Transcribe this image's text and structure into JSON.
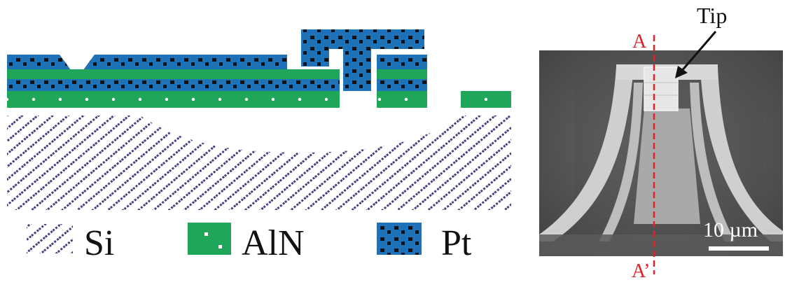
{
  "legend": {
    "si_label": "Si",
    "aln_label": "AlN",
    "pt_label": "Pt"
  },
  "sem": {
    "tip_label": "Tip",
    "scale_label": "10 µm",
    "section_top_label": "A",
    "section_bottom_label": "A’"
  },
  "colors": {
    "si_hatch": "#4a3f7e",
    "aln": "#1fa658",
    "pt": "#1d72b8",
    "pt_spot": "#101010",
    "section_line": "#e0232a",
    "sem_background": "#5e5e5e",
    "sem_device": "#cfcfcf"
  }
}
